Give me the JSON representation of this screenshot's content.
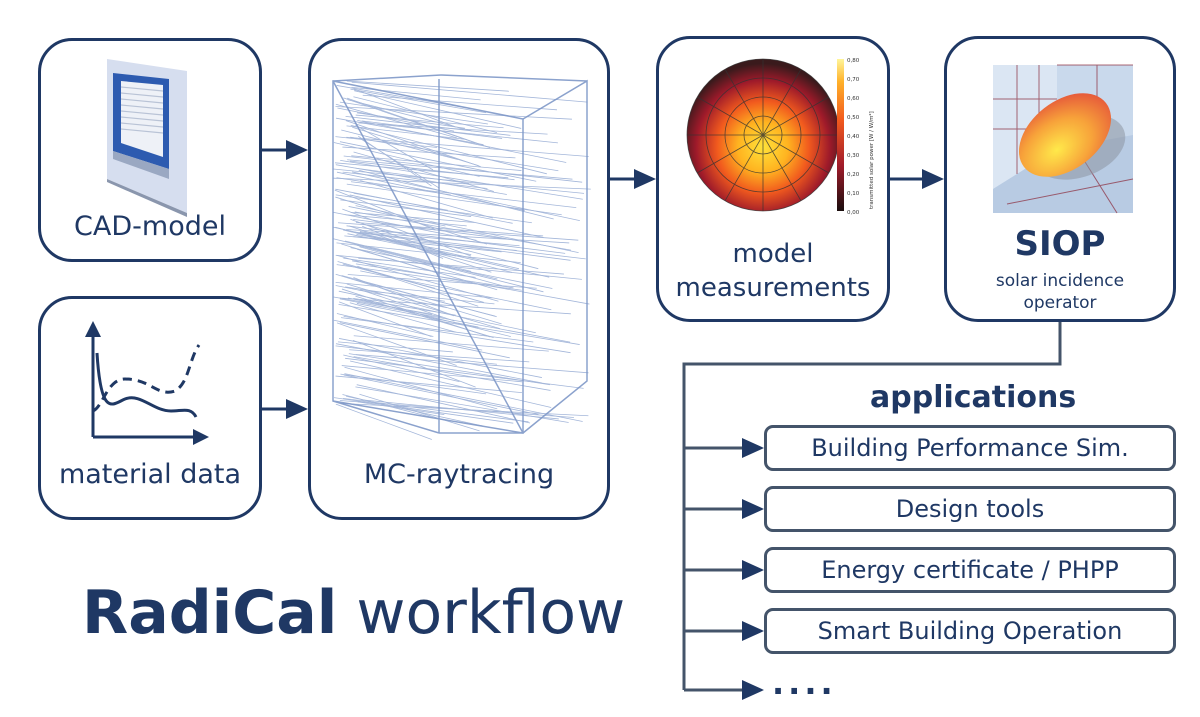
{
  "nodes": {
    "cad": {
      "label": "CAD-model"
    },
    "material": {
      "label": "material data"
    },
    "raytracing": {
      "label": "MC-raytracing"
    },
    "measurements": {
      "label_line1": "model",
      "label_line2": "measurements"
    },
    "siop": {
      "label": "SIOP",
      "sublabel_line1": "solar incidence",
      "sublabel_line2": "operator"
    }
  },
  "colorbar": {
    "axis_label": "transmitted solar power [W / W/m²]",
    "ticks": [
      "0,80",
      "0,70",
      "0,60",
      "0,50",
      "0,40",
      "0,30",
      "0,20",
      "0,10",
      "0,00"
    ]
  },
  "applications": {
    "heading": "applications",
    "items": [
      "Building Performance Sim.",
      "Design tools",
      "Energy certificate / PHPP",
      "Smart Building Operation"
    ],
    "more": "...."
  },
  "title": {
    "bold": "RadiCal",
    "rest": "workflow"
  },
  "colors": {
    "primary": "#1f3864",
    "app_border": "#44546a",
    "ray": "#4a6fb5"
  }
}
